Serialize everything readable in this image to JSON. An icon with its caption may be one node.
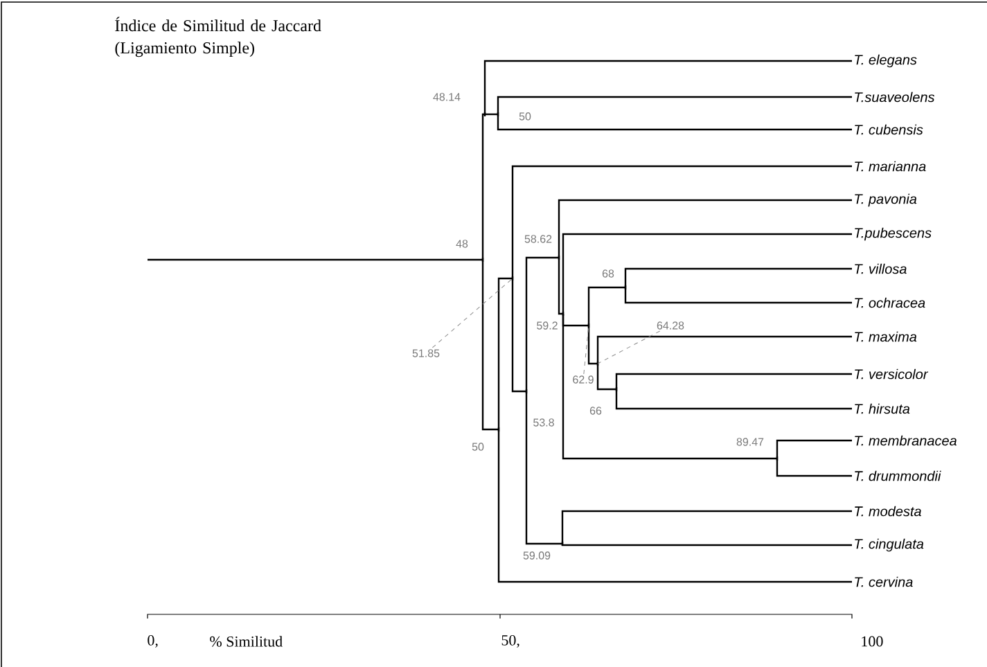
{
  "diagram": {
    "title": "Índice de Similitud de Jaccard (Ligamiento Simple)",
    "nodes": [
      {
        "text": [
          "48"
        ]
      },
      {
        "text": [
          "48.14"
        ]
      },
      {
        "text": [
          "50"
        ]
      },
      {
        "text": [
          "50"
        ]
      },
      {
        "text": [],
        "shape": "bar"
      },
      {
        "text": [
          "53.8"
        ]
      },
      {
        "text": [
          "58.62"
        ]
      },
      {
        "text": [
          "59.09"
        ]
      },
      {
        "text": [
          "59.2"
        ]
      },
      {
        "text": [],
        "shape": "bar"
      },
      {
        "text": [],
        "shape": "bar"
      },
      {
        "text": [
          "66"
        ]
      },
      {
        "text": [
          "68"
        ]
      },
      {
        "text": [
          "89.47"
        ]
      },
      {
        "text": [
          "T. elegans"
        ]
      },
      {
        "text": [
          "T.suaveolens"
        ]
      },
      {
        "text": [
          "T. cubensis"
        ]
      },
      {
        "text": [
          "T. marianna"
        ]
      },
      {
        "text": [
          "T. pavonia"
        ]
      },
      {
        "text": [
          "T.pubescens"
        ]
      },
      {
        "text": [
          "T. villosa"
        ]
      },
      {
        "text": [
          "T. ochracea"
        ]
      },
      {
        "text": [
          "T. maxima"
        ]
      },
      {
        "text": [
          "T. versicolor"
        ]
      },
      {
        "text": [
          "T. hirsuta"
        ]
      },
      {
        "text": [
          "T. membranacea"
        ]
      },
      {
        "text": [
          "T. drummondii"
        ]
      },
      {
        "text": [
          "T. modesta"
        ]
      },
      {
        "text": [
          "T. cingulata"
        ]
      },
      {
        "text": [
          "T. cervina"
        ]
      },
      {
        "text": [
          "51.85"
        ]
      },
      {
        "text": [
          "62.9"
        ]
      },
      {
        "text": [
          "64.28"
        ]
      }
    ],
    "edges": [
      {
        "from": null,
        "to": 0,
        "arrow": "none"
      },
      {
        "from": 0,
        "to": 1,
        "arrow": "none"
      },
      {
        "from": 0,
        "to": 3,
        "arrow": "none"
      },
      {
        "from": 1,
        "to": 14,
        "arrow": "none"
      },
      {
        "from": 1,
        "to": 2,
        "arrow": "none"
      },
      {
        "from": 2,
        "to": 15,
        "arrow": "none"
      },
      {
        "from": 2,
        "to": 16,
        "arrow": "none"
      },
      {
        "from": 3,
        "to": 4,
        "arrow": "none"
      },
      {
        "from": 3,
        "to": 29,
        "arrow": "none"
      },
      {
        "from": 4,
        "to": 17,
        "arrow": "none"
      },
      {
        "from": 4,
        "to": 5,
        "arrow": "none"
      },
      {
        "from": 5,
        "to": 6,
        "arrow": "none"
      },
      {
        "from": 5,
        "to": 7,
        "arrow": "none"
      },
      {
        "from": 6,
        "to": 18,
        "arrow": "none"
      },
      {
        "from": 6,
        "to": 8,
        "arrow": "none"
      },
      {
        "from": 8,
        "to": 19,
        "arrow": "none"
      },
      {
        "from": 8,
        "to": 9,
        "arrow": "none"
      },
      {
        "from": 8,
        "to": 13,
        "arrow": "none"
      },
      {
        "from": 9,
        "to": 12,
        "arrow": "none"
      },
      {
        "from": 9,
        "to": 10,
        "arrow": "none"
      },
      {
        "from": 10,
        "to": 22,
        "arrow": "none"
      },
      {
        "from": 10,
        "to": 11,
        "arrow": "none"
      },
      {
        "from": 11,
        "to": 23,
        "arrow": "none"
      },
      {
        "from": 11,
        "to": 24,
        "arrow": "none"
      },
      {
        "from": 12,
        "to": 20,
        "arrow": "none"
      },
      {
        "from": 12,
        "to": 21,
        "arrow": "none"
      },
      {
        "from": 13,
        "to": 25,
        "arrow": "none"
      },
      {
        "from": 13,
        "to": 26,
        "arrow": "none"
      },
      {
        "from": 7,
        "to": 27,
        "arrow": "none"
      },
      {
        "from": 7,
        "to": 28,
        "arrow": "none"
      },
      {
        "from": 30,
        "to": 4,
        "arrow": "none",
        "style": "dashed",
        "color": "#8c8c8c"
      },
      {
        "from": 31,
        "to": 9,
        "arrow": "none",
        "style": "dashed",
        "color": "#8c8c8c"
      },
      {
        "from": 32,
        "to": 10,
        "arrow": "none",
        "style": "dashed",
        "color": "#8c8c8c"
      }
    ],
    "labels": [
      "0,",
      "% Similitud",
      "50,",
      "100"
    ]
  }
}
